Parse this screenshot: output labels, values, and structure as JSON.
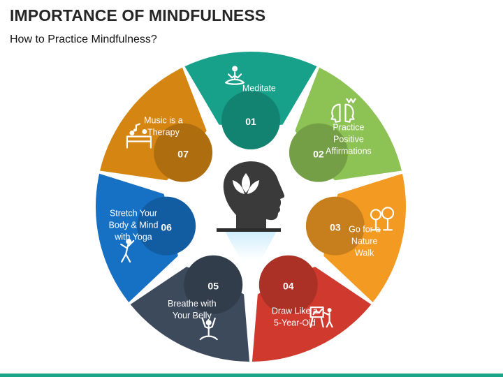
{
  "page": {
    "title": "IMPORTANCE OF MINDFULNESS",
    "subtitle": "How to Practice Mindfulness?"
  },
  "colors": {
    "center_head": "#3a3a3a",
    "bottom_bar": "#1aa589"
  },
  "segments": [
    {
      "number": "01",
      "label_lines": [
        "Meditate"
      ],
      "color": "#17a08a",
      "icon": "meditation-icon"
    },
    {
      "number": "02",
      "label_lines": [
        "Practice",
        "Positive",
        "Affirmations"
      ],
      "color": "#8dc255",
      "icon": "affirmation-faces-icon"
    },
    {
      "number": "03",
      "label_lines": [
        "Go for a",
        "Nature",
        "Walk"
      ],
      "color": "#f39a22",
      "icon": "nature-trees-icon"
    },
    {
      "number": "04",
      "label_lines": [
        "Draw Like a",
        "5-Year-Old"
      ],
      "color": "#d03a2e",
      "icon": "drawing-easel-icon"
    },
    {
      "number": "05",
      "label_lines": [
        "Breathe with",
        "Your Belly"
      ],
      "color": "#3d4a5c",
      "icon": "breathing-pose-icon"
    },
    {
      "number": "06",
      "label_lines": [
        "Stretch Your",
        "Body & Mind",
        "with Yoga"
      ],
      "color": "#1670c4",
      "icon": "stretching-figure-icon"
    },
    {
      "number": "07",
      "label_lines": [
        "Music is a",
        "Therapy"
      ],
      "color": "#d48512",
      "icon": "music-therapy-icon"
    }
  ]
}
